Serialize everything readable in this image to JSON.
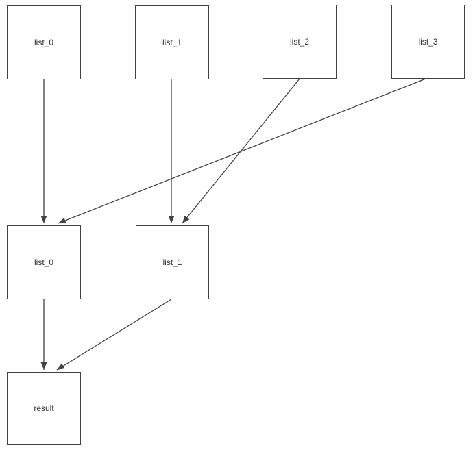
{
  "diagram": {
    "title": "dataflow-diagram",
    "background_color": "#ffffff",
    "stroke_color": "#424242",
    "text_color": "#333333",
    "nodes": [
      {
        "id": "list_0_top",
        "label": "list_0"
      },
      {
        "id": "list_1_top",
        "label": "list_1"
      },
      {
        "id": "list_2_top",
        "label": "list_2"
      },
      {
        "id": "list_3_top",
        "label": "list_3"
      },
      {
        "id": "list_0_mid",
        "label": "list_0"
      },
      {
        "id": "list_1_mid",
        "label": "list_1"
      },
      {
        "id": "result",
        "label": "result"
      }
    ],
    "edges": [
      {
        "from": "list_0_top",
        "to": "list_0_mid"
      },
      {
        "from": "list_1_top",
        "to": "list_1_mid"
      },
      {
        "from": "list_2_top",
        "to": "list_1_mid"
      },
      {
        "from": "list_3_top",
        "to": "list_0_mid"
      },
      {
        "from": "list_0_mid",
        "to": "result"
      },
      {
        "from": "list_1_mid",
        "to": "result"
      }
    ]
  }
}
